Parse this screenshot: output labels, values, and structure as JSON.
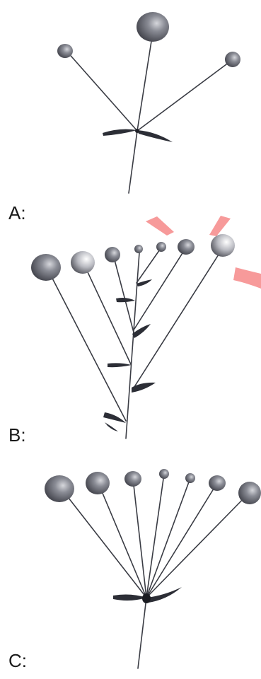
{
  "panels": [
    {
      "label": "A:"
    },
    {
      "label": "B:"
    },
    {
      "label": "C:"
    }
  ],
  "colors": {
    "stalk": "#3a3c44",
    "bract": "#2c2e36",
    "flower_dark": "#3f4049",
    "flower_light": "#c9cad0",
    "mark": "#f79a9a"
  }
}
